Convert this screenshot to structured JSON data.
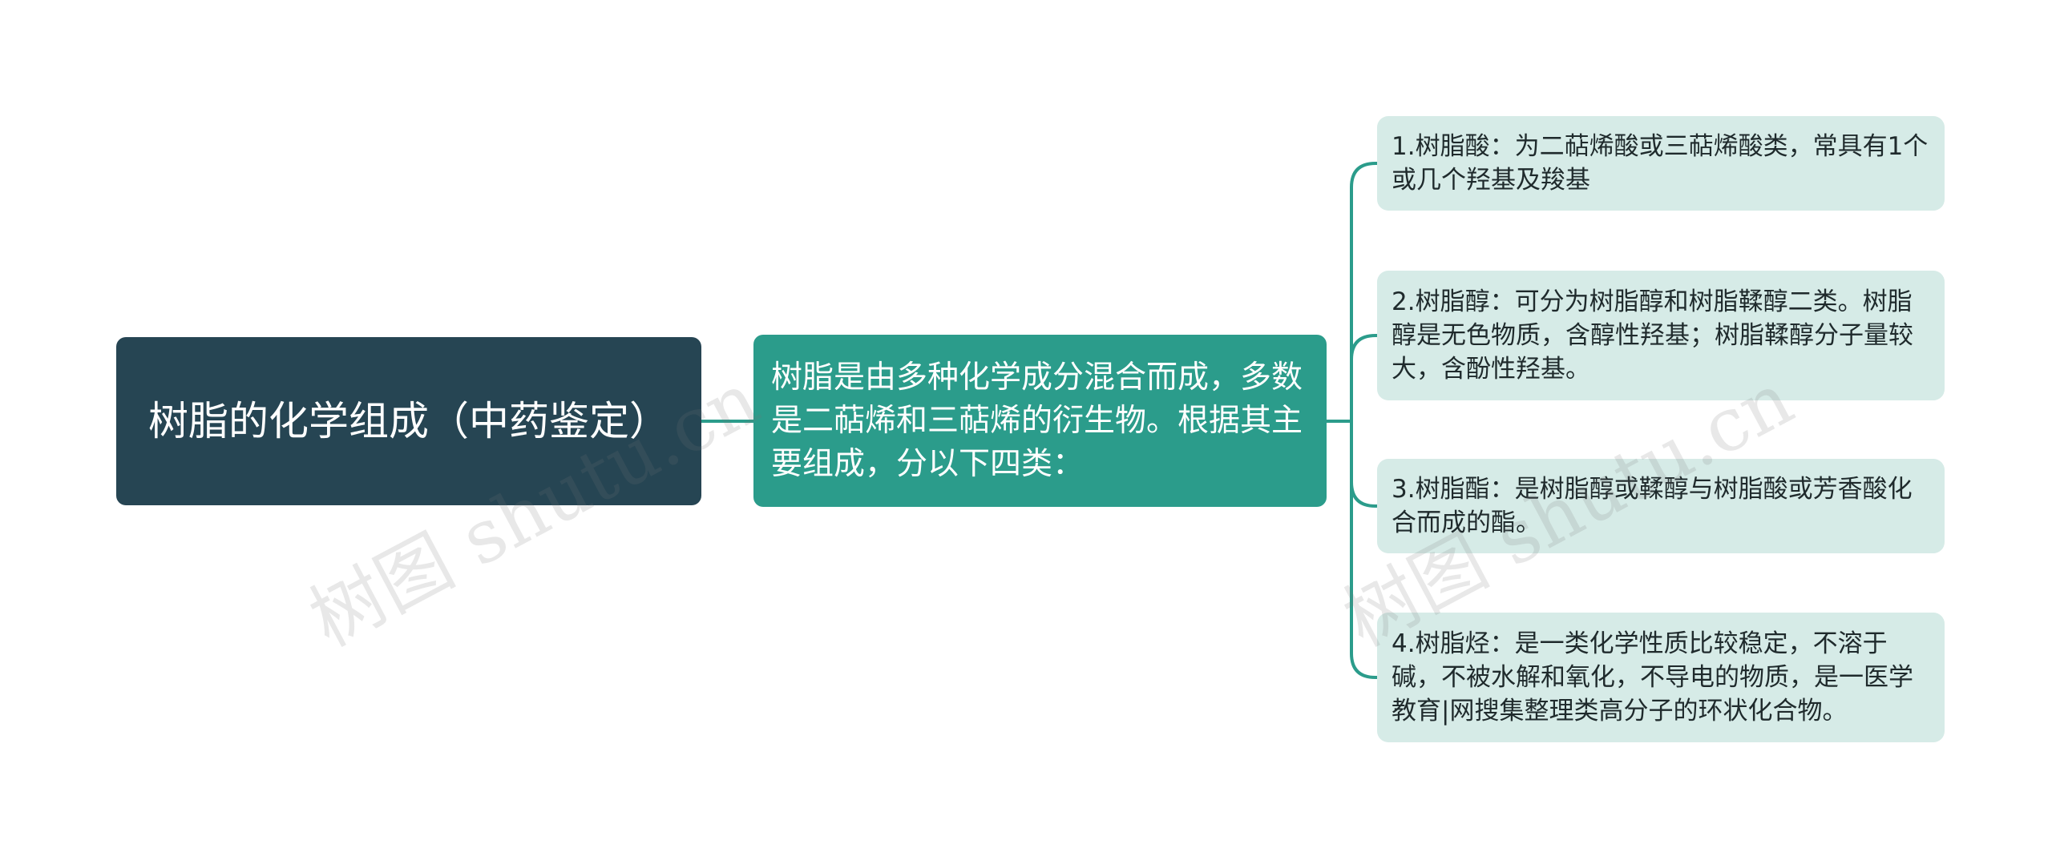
{
  "root": {
    "text": "树脂的化学组成（中药鉴定）"
  },
  "center": {
    "text": "树脂是由多种化学成分混合而成，多数是二萜烯和三萜烯的衍生物。根据其主要组成，分以下四类："
  },
  "branches": [
    {
      "text": "1.树脂酸：为二萜烯酸或三萜烯酸类，常具有1个或几个羟基及羧基"
    },
    {
      "text": "2.树脂醇：可分为树脂醇和树脂鞣醇二类。树脂醇是无色物质，含醇性羟基；树脂鞣醇分子量较大，含酚性羟基。"
    },
    {
      "text": "3.树脂酯：是树脂醇或鞣醇与树脂酸或芳香酸化合而成的酯。"
    },
    {
      "text": "4.树脂烃：是一类化学性质比较稳定，不溶于碱，不被水解和氧化，不导电的物质，是一医学教育|网搜集整理类高分子的环状化合物。"
    }
  ],
  "watermark": {
    "text": "树图 shutu.cn"
  },
  "colors": {
    "root_bg": "#264553",
    "center_bg": "#2b9c8b",
    "leaf_bg": "#d6ebe7",
    "connector": "#2b9c8b"
  }
}
